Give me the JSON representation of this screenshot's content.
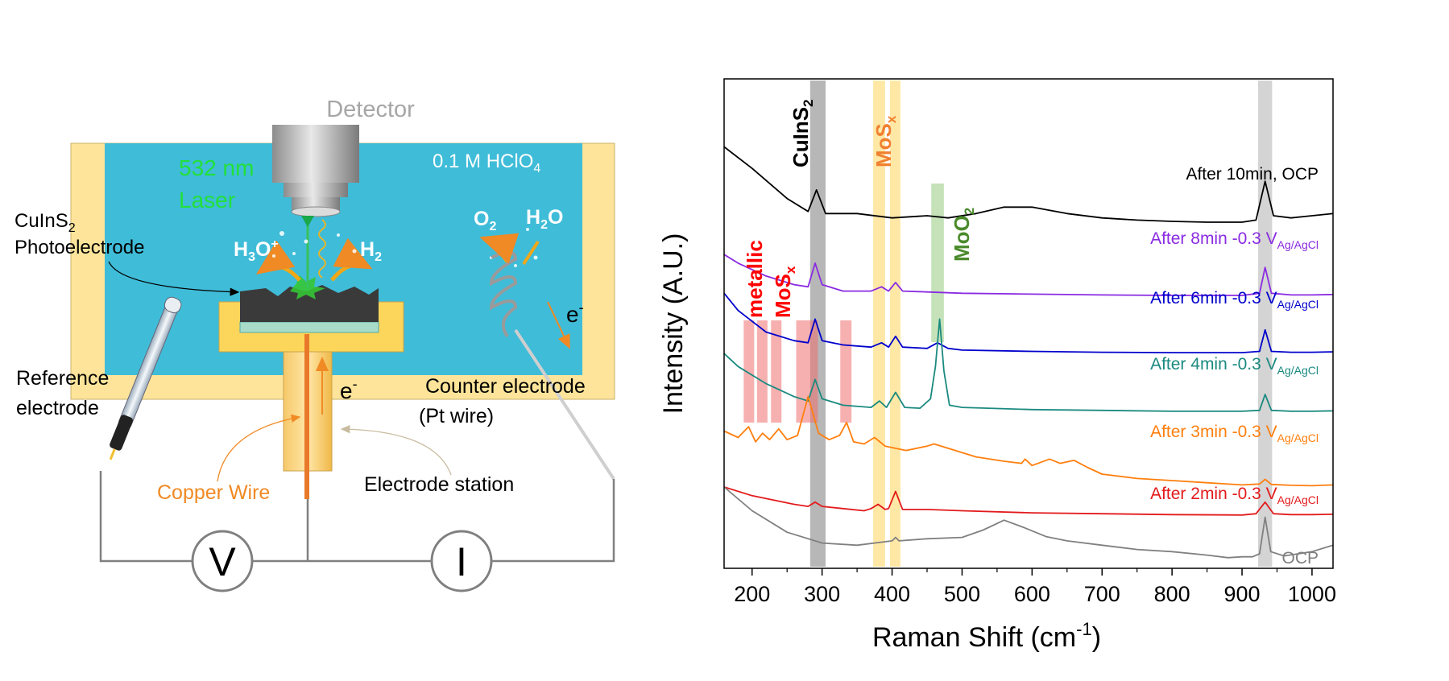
{
  "schematic": {
    "detector": "Detector",
    "laser_line1": "532 nm",
    "laser_line2": "Laser",
    "electrolyte": "0.1 M HClO",
    "electrolyte_sub": "4",
    "photoelectrode_l1a": "CuInS",
    "photoelectrode_l1b": "2",
    "photoelectrode_l2": "Photoelectrode",
    "h3o": "H",
    "h3o_sub": "3",
    "h3o_rest": "O",
    "h3o_sup": "+",
    "h2": "H",
    "h2_sub": "2",
    "o2": "O",
    "o2_sub": "2",
    "h2o": "H",
    "h2o_sub": "2",
    "h2o_rest": "O",
    "electron": "e",
    "electron_sup": "-",
    "reference_l1": "Reference",
    "reference_l2": "electrode",
    "counter_l1": "Counter electrode",
    "counter_l2": "(Pt wire)",
    "copper_wire": "Copper Wire",
    "electrode_station": "Electrode station",
    "voltmeter": "V",
    "ammeter": "I"
  },
  "chart_data": {
    "type": "line",
    "xlabel": "Raman Shift (cm",
    "xlabel_sup": "-1",
    "xlabel_end": ")",
    "ylabel": "Intensity (A.U.)",
    "xlim": [
      160,
      1030
    ],
    "xticks": [
      200,
      300,
      400,
      500,
      600,
      700,
      800,
      900,
      1000
    ],
    "y_ticks_shown": false,
    "series": [
      {
        "name": "After 10min, OCP",
        "label_base": "After 10min, OCP",
        "label_sub": "",
        "color": "#000000",
        "x": [
          160,
          200,
          250,
          280,
          292,
          305,
          350,
          400,
          450,
          480,
          520,
          560,
          600,
          650,
          700,
          750,
          800,
          850,
          900,
          920,
          933,
          945,
          970,
          1000,
          1030
        ],
        "y": [
          96,
          91,
          84,
          81,
          86,
          80.5,
          80.5,
          79.5,
          80,
          79.5,
          80.5,
          82,
          82,
          80.5,
          79.5,
          79,
          78.7,
          78.5,
          78.5,
          79,
          88,
          80,
          79.5,
          80,
          80.5
        ]
      },
      {
        "name": "After 8min -0.3 V Ag/AgCl",
        "label_base": "After 8min -0.3 V",
        "label_sub": "Ag/AgCl",
        "color": "#8a2be2",
        "x": [
          160,
          180,
          220,
          260,
          280,
          290,
          300,
          330,
          370,
          385,
          395,
          405,
          415,
          450,
          500,
          600,
          700,
          800,
          900,
          925,
          933,
          942,
          970,
          1000,
          1030
        ],
        "y": [
          71,
          69,
          66,
          64,
          63.5,
          69,
          64,
          62.5,
          62.5,
          63.5,
          62.5,
          64.5,
          62.5,
          62.3,
          62,
          61.8,
          61.6,
          61.5,
          61.5,
          62,
          68,
          62,
          61.6,
          61.6,
          61.7
        ]
      },
      {
        "name": "After 6min -0.3 V Ag/AgCl",
        "label_base": "After 6min -0.3 V",
        "label_sub": "Ag/AgCl",
        "color": "#0000cc",
        "x": [
          160,
          180,
          220,
          260,
          280,
          290,
          300,
          330,
          370,
          385,
          395,
          405,
          415,
          450,
          465,
          480,
          500,
          600,
          700,
          800,
          900,
          925,
          933,
          942,
          970,
          1000,
          1030
        ],
        "y": [
          62,
          58,
          53,
          51,
          50.5,
          56,
          51,
          50,
          49.5,
          50.5,
          49.5,
          52,
          49.5,
          49.2,
          50.5,
          49.2,
          48.8,
          48.5,
          48.3,
          48.2,
          48.2,
          48.5,
          53.5,
          48.5,
          48.3,
          48.3,
          48.4
        ]
      },
      {
        "name": "After 4min -0.3 V Ag/AgCl",
        "label_base": "After 4min -0.3 V",
        "label_sub": "Ag/AgCl",
        "color": "#1a8a80",
        "x": [
          160,
          180,
          220,
          260,
          280,
          290,
          300,
          330,
          370,
          382,
          392,
          405,
          418,
          440,
          455,
          462,
          468,
          474,
          482,
          500,
          600,
          700,
          800,
          900,
          925,
          933,
          942,
          970,
          1000,
          1030
        ],
        "y": [
          48,
          45,
          41,
          38,
          37,
          42,
          37.5,
          36,
          35.5,
          37,
          35.5,
          39,
          35.5,
          35.3,
          37.5,
          45,
          56,
          44,
          36,
          35.5,
          35,
          34.8,
          34.6,
          34.6,
          34.8,
          38.5,
          34.8,
          34.6,
          34.6,
          34.7
        ]
      },
      {
        "name": "After 3min -0.3 V Ag/AgCl",
        "label_base": "After 3min -0.3 V",
        "label_sub": "Ag/AgCl",
        "color": "#ff7f0e",
        "x": [
          160,
          180,
          195,
          205,
          215,
          225,
          238,
          250,
          265,
          280,
          295,
          310,
          325,
          335,
          345,
          360,
          375,
          390,
          420,
          450,
          460,
          480,
          520,
          560,
          585,
          590,
          600,
          625,
          640,
          660,
          680,
          700,
          750,
          800,
          850,
          900,
          925,
          933,
          942,
          970,
          1000,
          1030
        ],
        "y": [
          30,
          28.5,
          31,
          27.5,
          29.5,
          28,
          30.5,
          28,
          29,
          38,
          29.5,
          28,
          29,
          32,
          27.5,
          27,
          28.5,
          26.5,
          25.5,
          26.5,
          27,
          26,
          24,
          23,
          22.5,
          23.5,
          22,
          23.5,
          22.5,
          23.2,
          21.5,
          20,
          19,
          18.5,
          18,
          17.5,
          17.7,
          18.8,
          17.6,
          17.4,
          17.3,
          17.5
        ]
      },
      {
        "name": "After 2min -0.3 V Ag/AgCl",
        "label_base": "After 2min -0.3 V",
        "label_sub": "Ag/AgCl",
        "color": "#e31a1c",
        "x": [
          160,
          200,
          260,
          280,
          290,
          300,
          330,
          360,
          370,
          380,
          390,
          395,
          405,
          415,
          450,
          500,
          600,
          700,
          800,
          900,
          920,
          933,
          945,
          970,
          1000,
          1030
        ],
        "y": [
          17,
          15,
          13,
          12.5,
          13.5,
          12.5,
          12,
          11.5,
          12,
          13,
          11.8,
          12,
          16,
          11.8,
          11.8,
          11.5,
          11,
          10.8,
          10.6,
          10.5,
          10.8,
          13.5,
          10.8,
          10.6,
          10.6,
          10.7
        ]
      },
      {
        "name": "OCP",
        "label_base": "OCP",
        "label_sub": "",
        "color": "#808080",
        "x": [
          160,
          200,
          250,
          300,
          350,
          400,
          405,
          410,
          450,
          500,
          530,
          560,
          590,
          620,
          650,
          700,
          750,
          800,
          850,
          880,
          900,
          915,
          925,
          933,
          941,
          960,
          980,
          1000,
          1030
        ],
        "y": [
          17,
          11.5,
          6.5,
          4,
          3.5,
          4.5,
          5.3,
          4.5,
          5,
          5.3,
          7,
          9.3,
          7.5,
          5.5,
          4.5,
          3.5,
          2.5,
          2,
          1.2,
          0.6,
          0.8,
          0.8,
          1.5,
          10,
          2,
          1,
          1.5,
          2,
          3.5
        ]
      }
    ],
    "annotations": [
      {
        "text": "CuInS",
        "sub": "2",
        "color": "#000000"
      },
      {
        "text": "MoS",
        "sub": "x",
        "color": "#f08030"
      },
      {
        "text": "MoO",
        "sub": "2",
        "color": "#4a8a2a"
      },
      {
        "text_line1": "metallic",
        "text_line2": "MoS",
        "sub": "x",
        "color": "#ff0000"
      }
    ],
    "bands": [
      {
        "x0": 283,
        "x1": 305,
        "color": "#909090",
        "opacity": 0.65
      },
      {
        "x0": 373,
        "x1": 390,
        "color": "#ffd86b",
        "opacity": 0.6
      },
      {
        "x0": 397,
        "x1": 412,
        "color": "#ffd86b",
        "opacity": 0.6
      },
      {
        "x0": 923,
        "x1": 943,
        "color": "#a0a0a0",
        "opacity": 0.45
      },
      {
        "x0": 456,
        "x1": 474,
        "color": "#9fcf8a",
        "opacity": 0.6
      },
      {
        "x0": 188,
        "x1": 203,
        "color": "#f07070",
        "opacity": 0.55
      },
      {
        "x0": 207,
        "x1": 222,
        "color": "#f07070",
        "opacity": 0.55
      },
      {
        "x0": 227,
        "x1": 242,
        "color": "#f07070",
        "opacity": 0.55
      },
      {
        "x0": 263,
        "x1": 294,
        "color": "#f07070",
        "opacity": 0.55
      },
      {
        "x0": 326,
        "x1": 342,
        "color": "#f07070",
        "opacity": 0.55
      }
    ]
  }
}
